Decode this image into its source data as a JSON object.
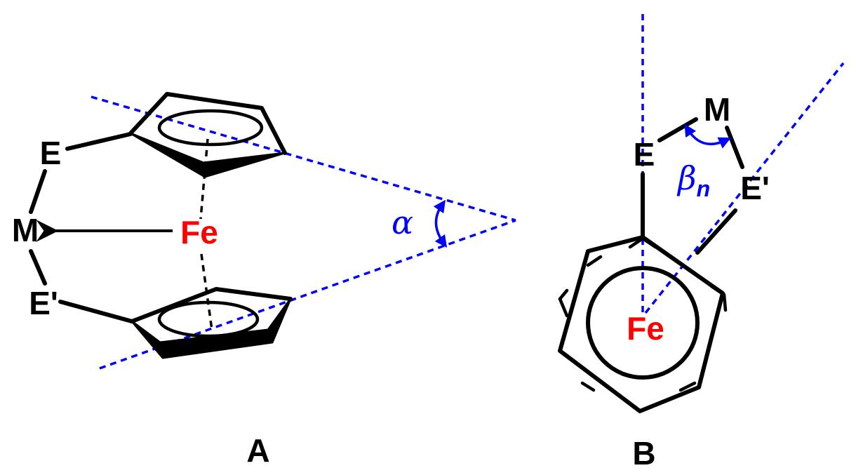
{
  "colors": {
    "bond": "#000000",
    "iron": "#ff0000",
    "guide": "#0000ff"
  },
  "structure_a": {
    "atom_e": "E",
    "atom_m": "M",
    "atom_e_prime": "E'",
    "atom_fe": "Fe",
    "angle_label": "α",
    "caption": "A"
  },
  "structure_b": {
    "atom_e": "E",
    "atom_m": "M",
    "atom_e_prime": "E'",
    "atom_fe": "Fe",
    "angle_label": "β",
    "angle_subscript": "n",
    "caption": "B"
  }
}
